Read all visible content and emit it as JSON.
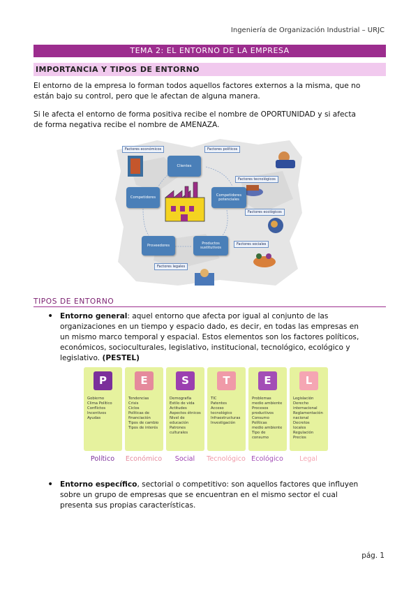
{
  "header": {
    "text": "Ingeniería de Organización Industrial – URJC"
  },
  "title_band": "TEMA 2: EL ENTORNO DE LA EMPRESA",
  "section_band": "IMPORTANCIA Y TIPOS DE ENTORNO",
  "intro": {
    "line1": "El entorno de la empresa lo forman todos aquellos factores externos a la misma, que no",
    "line2": "están bajo su control, pero que le afectan de alguna manera.",
    "line3": "Si le afecta el entorno de forma positiva recibe el nombre de OPORTUNIDAD y si afecta",
    "line4": "de forma negativa recibe el nombre de AMENAZA."
  },
  "diagram": {
    "nodes": {
      "clientes": "Clientes",
      "competidores": "Competidores",
      "competidores_potenciales": "Competidores potenciales",
      "proveedores": "Proveedores",
      "productos_sustitutivos": "Productos sustitutivos"
    },
    "labels": {
      "economicos": "Factores económicos",
      "politicos": "Factores políticos",
      "tecnologicos": "Factores tecnológicos",
      "ecologicos": "Factores ecológicos",
      "sociales": "Factores sociales",
      "legales": "Factores legales"
    },
    "colors": {
      "node": "#4a7fb8",
      "map": "#e5e5e5",
      "factory_body": "#f4d321",
      "factory_accent": "#9b2d86"
    }
  },
  "subtitle": "TIPOS DE ENTORNO",
  "bullet1": {
    "bold": "Entorno general",
    "line1": ": aquel entorno que afecta por igual al conjunto de las",
    "line2": "organizaciones en un tiempo y espacio dado, es decir, en todas las empresas en",
    "line3": "un mismo marco temporal y espacial. Estos elementos son los factores políticos,",
    "line4": "económicos, socioculturales, legislativo, institucional, tecnológico, ecológico y",
    "line5": "legislativo. ",
    "line5_bold": "(PESTEL)"
  },
  "pestel": [
    {
      "letter": "P",
      "name": "Político",
      "color": "#7b2f9b",
      "items": [
        "Gobierno",
        "Clima Político",
        "Conflictos",
        "Incentivos",
        "Ayudas"
      ]
    },
    {
      "letter": "E",
      "name": "Económico",
      "color": "#e58a9c",
      "items": [
        "Tendencias",
        "Crisis",
        "Ciclos",
        "Políticas de",
        "financiación",
        "Tipos de cambio",
        "Tipos de interés"
      ]
    },
    {
      "letter": "S",
      "name": "Social",
      "color": "#9b3fb0",
      "items": [
        "Demografía",
        "Estilo de vida",
        "Actitudes",
        "Aspectos étnicos",
        "Nivel de",
        "educación",
        "Patrones",
        "culturales"
      ]
    },
    {
      "letter": "T",
      "name": "Tecnológico",
      "color": "#f09aa8",
      "items": [
        "TIC",
        "Patentes",
        "Acceso",
        "tecnológico",
        "Infraestructuras",
        "Investigación"
      ]
    },
    {
      "letter": "E",
      "name": "Ecológico",
      "color": "#a34eb6",
      "items": [
        "Problemas",
        "medio ambiente",
        "Procesos",
        "productivos",
        "Consumo",
        "Políticas",
        "medio ambiente",
        "Tipo de",
        "consumo"
      ]
    },
    {
      "letter": "L",
      "name": "Legal",
      "color": "#f5a6b3",
      "items": [
        "Legislación",
        "Derecho",
        "internacional",
        "Reglamentación",
        "nacional",
        "Decretos",
        "locales",
        "Regulación",
        "Precios"
      ]
    }
  ],
  "bullet2": {
    "bold": "Entorno específico",
    "line1": ", sectorial o competitivo: son aquellos factores que influyen",
    "line2": "sobre un grupo de empresas que se encuentran en el mismo sector el cual",
    "line3": "presenta sus propias características."
  },
  "footer": {
    "page": "pág. 1"
  }
}
